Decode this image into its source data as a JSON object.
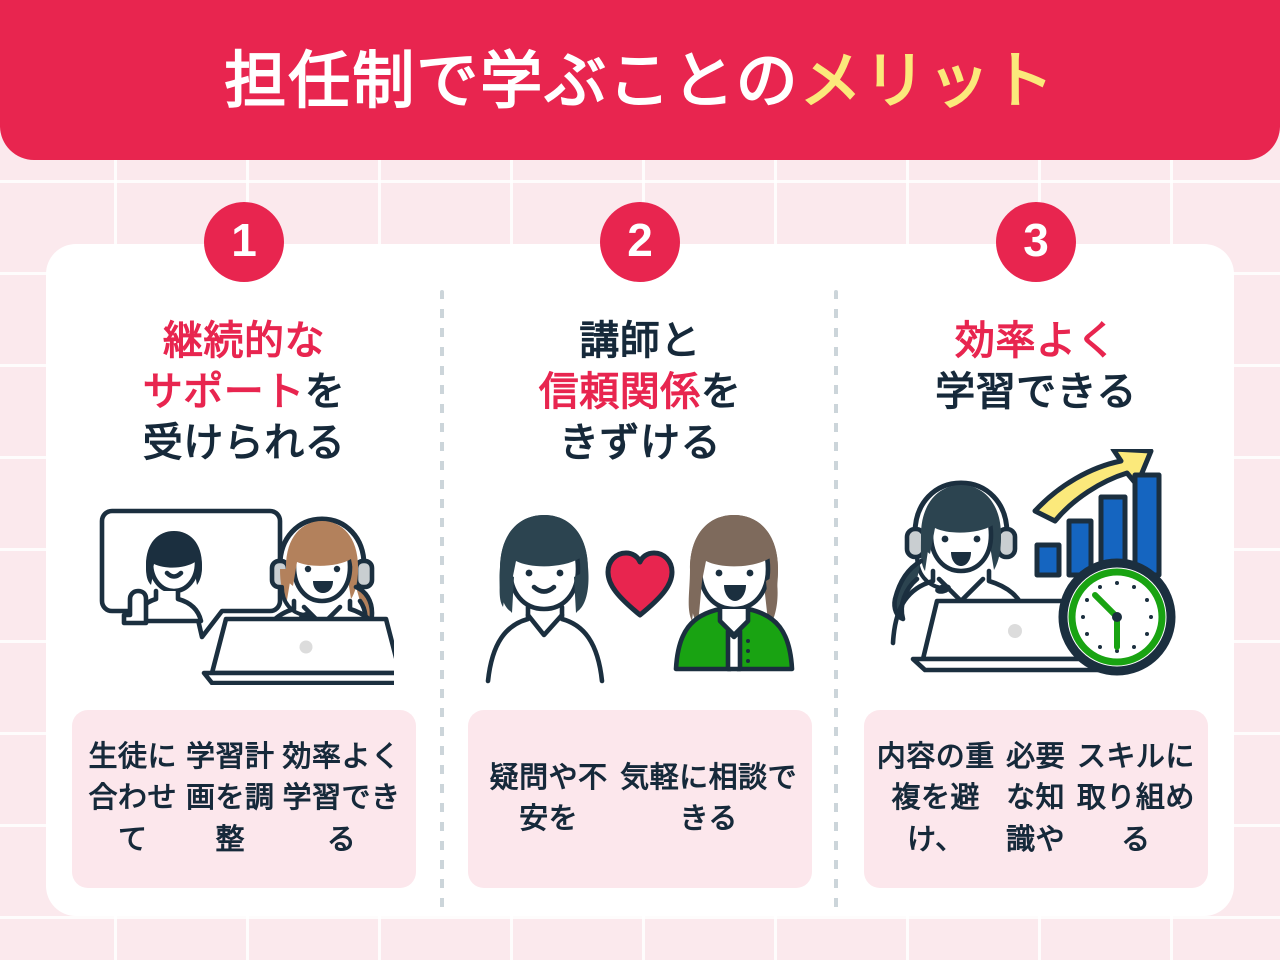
{
  "header": {
    "title_plain": "担任制で学ぶことの",
    "title_highlight": "メリット",
    "bg_color": "#e8254f",
    "highlight_color": "#fbe97b"
  },
  "theme": {
    "accent_red": "#e8254f",
    "dark_navy": "#16293a",
    "page_bg": "#fbe9ed",
    "caption_bg": "#fce7ec",
    "card_bg": "#ffffff",
    "divider_color": "#ccd5da"
  },
  "columns": [
    {
      "number": "1",
      "heading_lines": [
        {
          "red": "継続的な",
          "dark": ""
        },
        {
          "red": "サポート",
          "dark": "を"
        },
        {
          "red": "",
          "dark": "受けられる"
        }
      ],
      "illustration_name": "online-lesson-illustration",
      "caption": "生徒に合わせて\n学習計画を調整\n効率よく学習できる"
    },
    {
      "number": "2",
      "heading_lines": [
        {
          "red": "",
          "dark": "講師と"
        },
        {
          "red": "信頼関係",
          "dark": "を"
        },
        {
          "red": "",
          "dark": "きずける"
        }
      ],
      "illustration_name": "two-people-heart-illustration",
      "caption": "疑問や不安を\n気軽に相談できる"
    },
    {
      "number": "3",
      "heading_lines": [
        {
          "red": "効率よく",
          "dark": ""
        },
        {
          "red": "",
          "dark": "学習できる"
        }
      ],
      "illustration_name": "efficient-study-illustration",
      "caption": "内容の重複を避け、\n必要な知識や\nスキルに取り組める"
    }
  ]
}
